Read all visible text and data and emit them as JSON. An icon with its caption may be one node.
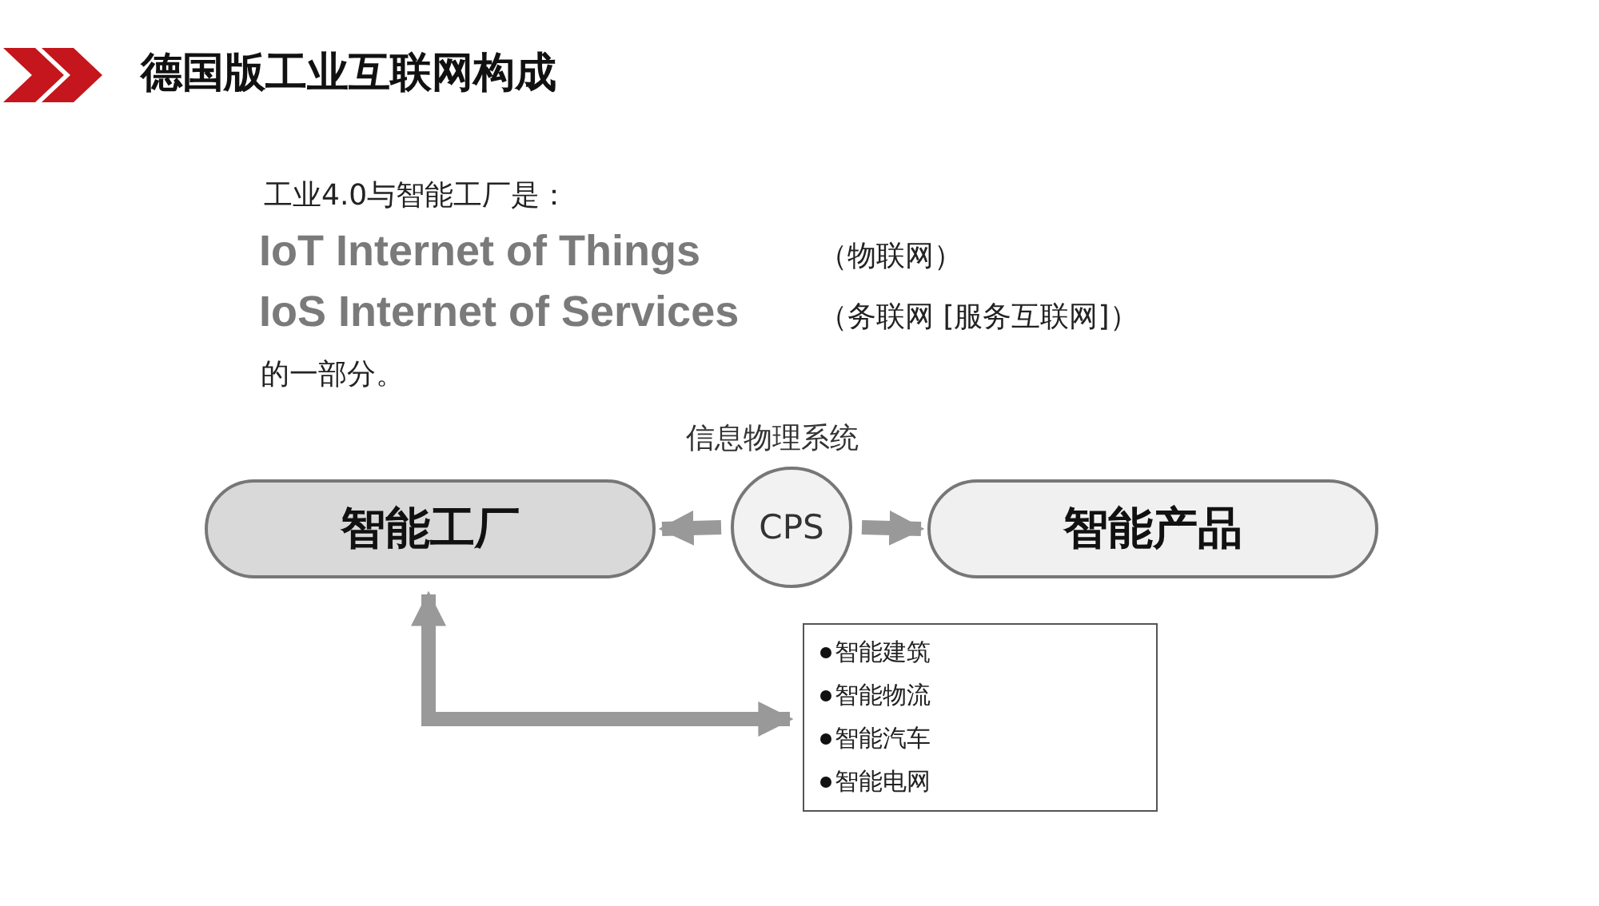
{
  "diagram": {
    "title": "德国版工业互联网构成",
    "nodes": [
      {
        "text": [
          "智能工厂"
        ]
      },
      {
        "text": [
          "CPS"
        ],
        "beside": [
          "信息物理系统"
        ]
      },
      {
        "text": [
          "智能产品"
        ]
      },
      {
        "text": [
          "智能建筑",
          "智能物流",
          "智能汽车",
          "智能电网"
        ]
      }
    ],
    "edges": [
      {
        "from": 1,
        "to": 0,
        "arrow": "to"
      },
      {
        "from": 1,
        "to": 2,
        "arrow": "to"
      },
      {
        "from": 0,
        "to": 3,
        "arrow": "both"
      }
    ],
    "labels": [
      "工业4.0与智能工厂是：",
      "IoT Internet of Things",
      "（物联网）",
      "IoS Internet of Services",
      "（务联网 [服务互联网]）",
      "的一部分。"
    ]
  }
}
